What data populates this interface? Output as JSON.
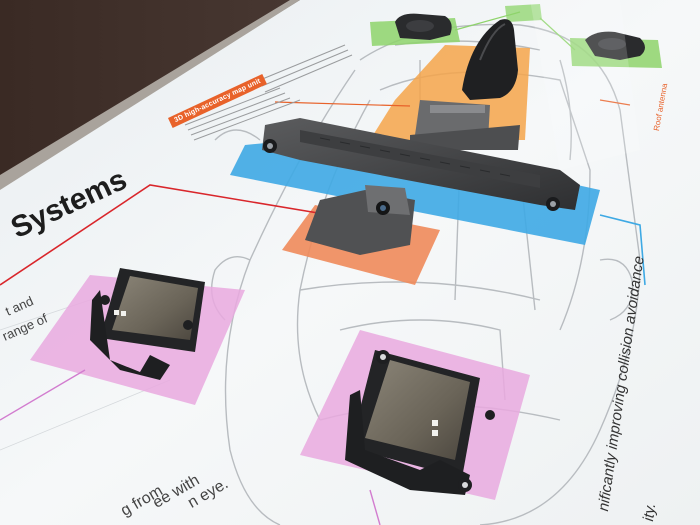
{
  "panel": {
    "heading": "Systems",
    "callout_label": "3D high-accuracy map unit",
    "left_fragments": [
      "t and",
      "range of"
    ],
    "bottom_fragments": [
      "g from",
      "ee with",
      "n eye."
    ],
    "right_fragments": [
      "nificantly improving collision avoidance",
      "ity."
    ],
    "edge_tag": "Roof antenna"
  },
  "colors": {
    "green": "#8ed46b",
    "orange": "#f5a54a",
    "blue": "#3ea9e4",
    "coral": "#f08a5a",
    "pink": "#e9a9df",
    "red_line": "#d9262b",
    "accent_orange": "#e8622a"
  }
}
